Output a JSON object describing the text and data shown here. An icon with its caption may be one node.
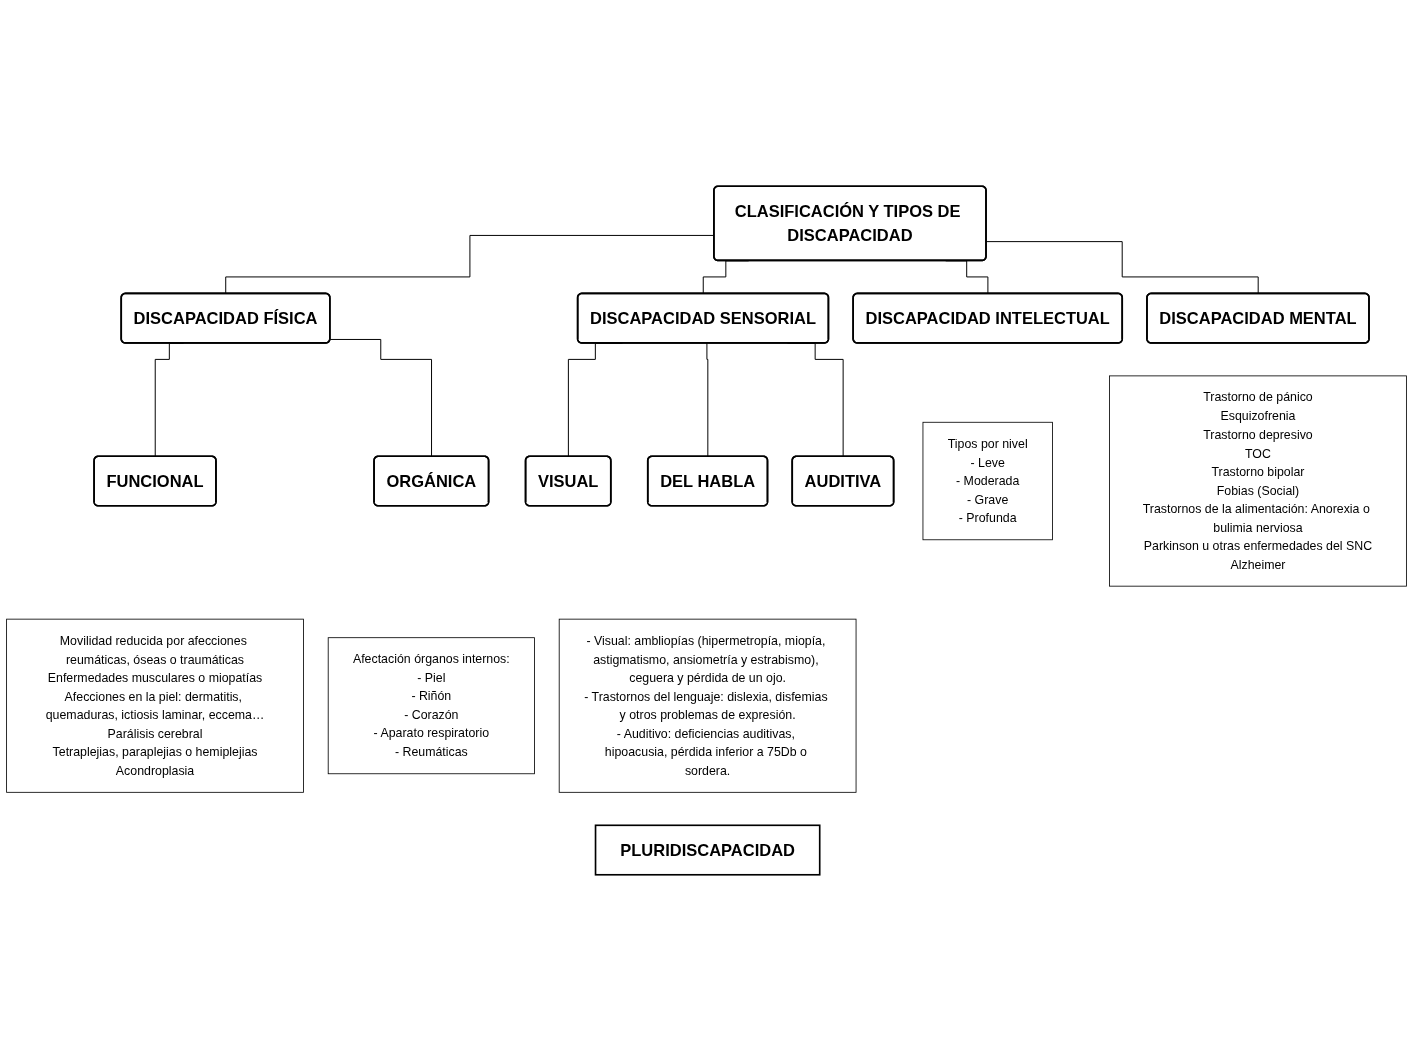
{
  "diagram": {
    "nodes": [
      {
        "text": [
          "CLASIFICACIÓN Y TIPOS DE DISCAPACIDAD"
        ]
      },
      {
        "text": [
          "DISCAPACIDAD FÍSICA"
        ]
      },
      {
        "text": [
          "DISCAPACIDAD SENSORIAL"
        ]
      },
      {
        "text": [
          "DISCAPACIDAD INTELECTUAL"
        ]
      },
      {
        "text": [
          "DISCAPACIDAD MENTAL"
        ]
      },
      {
        "text": [
          "FUNCIONAL"
        ]
      },
      {
        "text": [
          "ORGÁNICA"
        ]
      },
      {
        "text": [
          "VISUAL"
        ]
      },
      {
        "text": [
          "DEL HABLA"
        ]
      },
      {
        "text": [
          "AUDITIVA"
        ]
      },
      {
        "text": [
          "Movilidad reducida por afecciones reumáticas, óseas o traumáticas",
          "Enfermedades musculares o miopatías",
          "Afecciones en la piel: dermatitis, quemaduras, ictiosis laminar, eccema…",
          "Parálisis cerebral",
          "Tetraplejias, paraplejias o hemiplejias",
          "Acondroplasia"
        ]
      },
      {
        "text": [
          "Afectación órganos internos:",
          "- Piel",
          "- Riñón",
          "- Corazón",
          "- Aparato respiratorio",
          "- Reumáticas"
        ]
      },
      {
        "text": [
          "- Visual: ambliopías (hipermetropía, miopía, astigmatismo, ansiometría y estrabismo), ceguera y pérdida de un ojo.",
          "- Trastornos del lenguaje: dislexia, disfemias y otros problemas de expresión.",
          "- Auditivo: deficiencias auditivas, hipoacusia, pérdida inferior a 75Db o sordera."
        ]
      },
      {
        "text": [
          "Tipos por nivel",
          "- Leve",
          "- Moderada",
          "- Grave",
          "- Profunda"
        ]
      },
      {
        "text": [
          "Trastorno de pánico",
          "Esquizofrenia",
          "Trastorno depresivo",
          "TOC",
          "Trastorno bipolar",
          "Fobias (Social)",
          "Trastornos de la alimentación: Anorexia o bulimia nerviosa",
          "Parkinson u otras enfermedades del SNC",
          "Alzheimer"
        ]
      },
      {
        "text": [
          "PLURIDISCAPACIDAD"
        ]
      }
    ],
    "edges": [
      {
        "from": 0,
        "to": 1,
        "arrow": "none"
      },
      {
        "from": 0,
        "to": 2,
        "arrow": "none"
      },
      {
        "from": 0,
        "to": 3,
        "arrow": "none"
      },
      {
        "from": 0,
        "to": 4,
        "arrow": "none"
      },
      {
        "from": 1,
        "to": 5,
        "arrow": "none"
      },
      {
        "from": 1,
        "to": 6,
        "arrow": "none"
      },
      {
        "from": 2,
        "to": 7,
        "arrow": "none"
      },
      {
        "from": 2,
        "to": 8,
        "arrow": "none"
      },
      {
        "from": 2,
        "to": 9,
        "arrow": "none"
      }
    ]
  }
}
